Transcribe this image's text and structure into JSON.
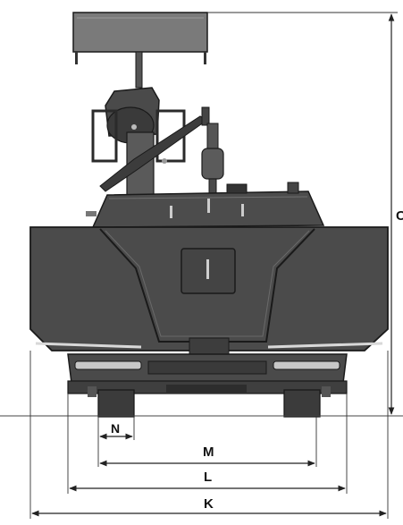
{
  "diagram": {
    "dimensions": [
      {
        "id": "C",
        "label": "C"
      },
      {
        "id": "N",
        "label": "N"
      },
      {
        "id": "M",
        "label": "M"
      },
      {
        "id": "L",
        "label": "L"
      },
      {
        "id": "K",
        "label": "K"
      }
    ]
  },
  "colors": {
    "body": "#4b4b4b",
    "body_dark": "#2f2f2f",
    "body_light": "#6a6a6a",
    "outline": "#1a1a1a",
    "dim_line": "#222222",
    "canopy": "#777777",
    "stripe": "#d8d8d8",
    "background": "#ffffff"
  }
}
